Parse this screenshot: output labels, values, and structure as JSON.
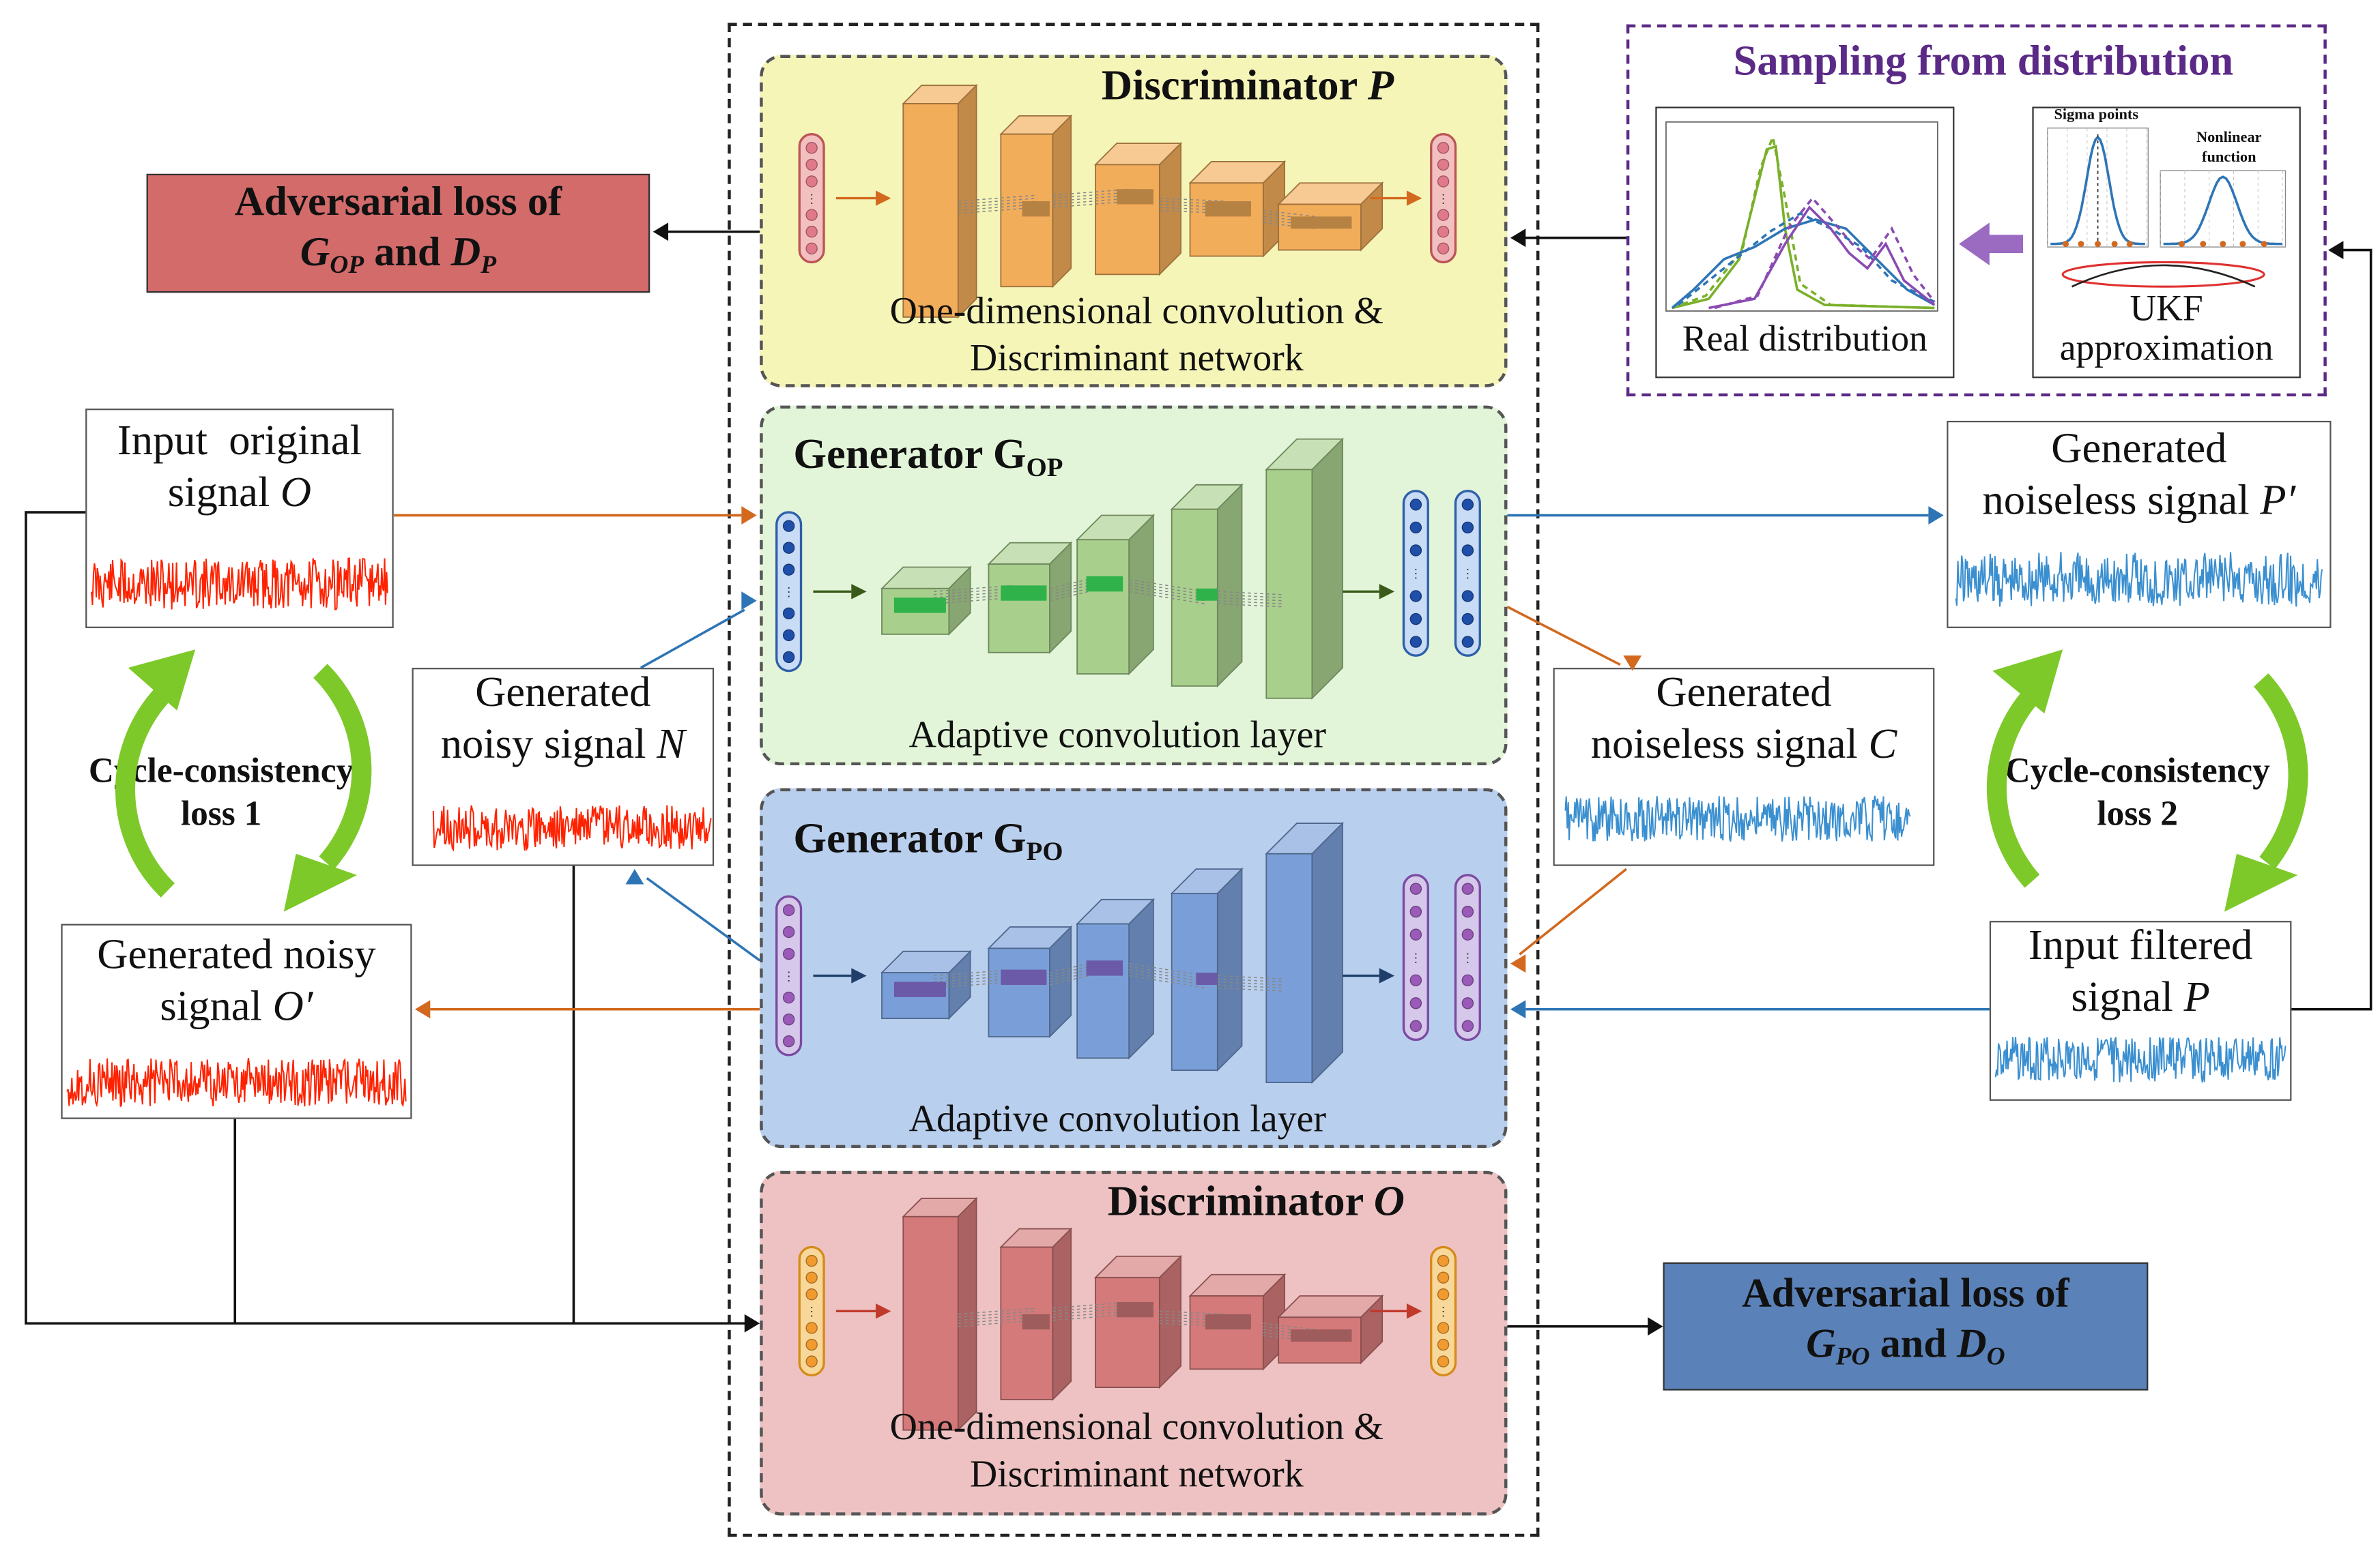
{
  "central_block": {
    "discriminator_p": {
      "title": "Discriminator ",
      "title_var": "P",
      "caption_1": "One-dimensional convolution &",
      "caption_2": "Discriminant network"
    },
    "generator_op": {
      "title": "Generator G",
      "title_sub": "OP",
      "caption": "Adaptive convolution layer"
    },
    "generator_po": {
      "title": "Generator G",
      "title_sub": "PO",
      "caption": "Adaptive convolution layer"
    },
    "discriminator_o": {
      "title": "Discriminator ",
      "title_var": "O",
      "caption_1": "One-dimensional convolution &",
      "caption_2": "Discriminant network"
    }
  },
  "sampling": {
    "title": "Sampling from distribution",
    "real_label": "Real distribution",
    "sigma_label": "Sigma points",
    "nonlinear_label_1": "Nonlinear",
    "nonlinear_label_2": "function",
    "ukf_label_1": "UKF",
    "ukf_label_2": "approximation"
  },
  "losses": {
    "adv_op": {
      "line1": "Adversarial loss of",
      "g": "G",
      "g_sub": "OP",
      "and": " and ",
      "d": "D",
      "d_sub": "P"
    },
    "adv_po": {
      "line1": "Adversarial loss of",
      "g": "G",
      "g_sub": "PO",
      "and": " and ",
      "d": "D",
      "d_sub": "O"
    },
    "cycle_1": {
      "line1": "Cycle-consistency",
      "line2": "loss 1"
    },
    "cycle_2": {
      "line1": "Cycle-consistency",
      "line2": "loss 2"
    }
  },
  "signals": {
    "input_original": {
      "line1": "Input  original",
      "line2": "signal ",
      "var": "O"
    },
    "generated_noisy_n": {
      "line1": "Generated",
      "line2": "noisy signal ",
      "var": "N"
    },
    "generated_noisy_o": {
      "line1": "Generated noisy",
      "line2": "signal ",
      "var": "O′"
    },
    "generated_noiseless_p": {
      "line1": "Generated",
      "line2": "noiseless signal ",
      "var": "P′"
    },
    "generated_noiseless_c": {
      "line1": "Generated",
      "line2": "noiseless signal ",
      "var": "C"
    },
    "input_filtered": {
      "line1": "Input filtered",
      "line2": "signal ",
      "var": "P"
    }
  },
  "colors": {
    "disc_p_fill": "#f5f5b8",
    "gen_op_fill": "#e2f5d8",
    "gen_po_fill": "#b9cfee",
    "disc_o_fill": "#eec2c2",
    "noisy_signal": "#ff2200",
    "clean_signal": "#3a8fd0",
    "adv_op_box": "#d36b6b",
    "adv_po_box": "#5a82b8",
    "cycle_arrow": "#7dc92a",
    "sampling_border": "#5b2a86",
    "orange_arrow": "#d2691e",
    "blue_arrow": "#2e75b6"
  }
}
